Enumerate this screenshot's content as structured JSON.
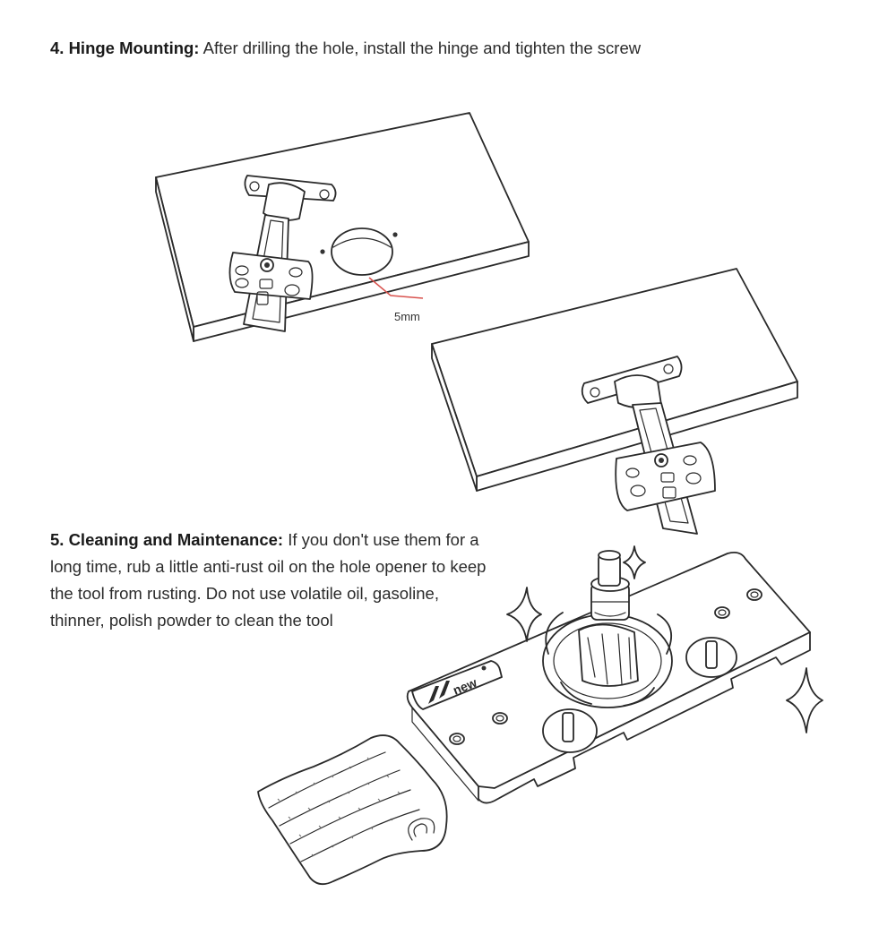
{
  "step4": {
    "heading": "4. Hinge Mounting:",
    "body": " After drilling the hole, install the hinge and tighten the screw"
  },
  "step5": {
    "heading": "5. Cleaning and Maintenance:",
    "body": " If you don't use them for a long time, rub a little anti-rust oil on the hole opener to keep the tool from rusting. Do not use volatile oil, gasoline, thinner, polish powder to clean the tool"
  },
  "illustration": {
    "dimension_label": "5mm",
    "logo_text": "new",
    "accent_color": "#d9534f"
  }
}
